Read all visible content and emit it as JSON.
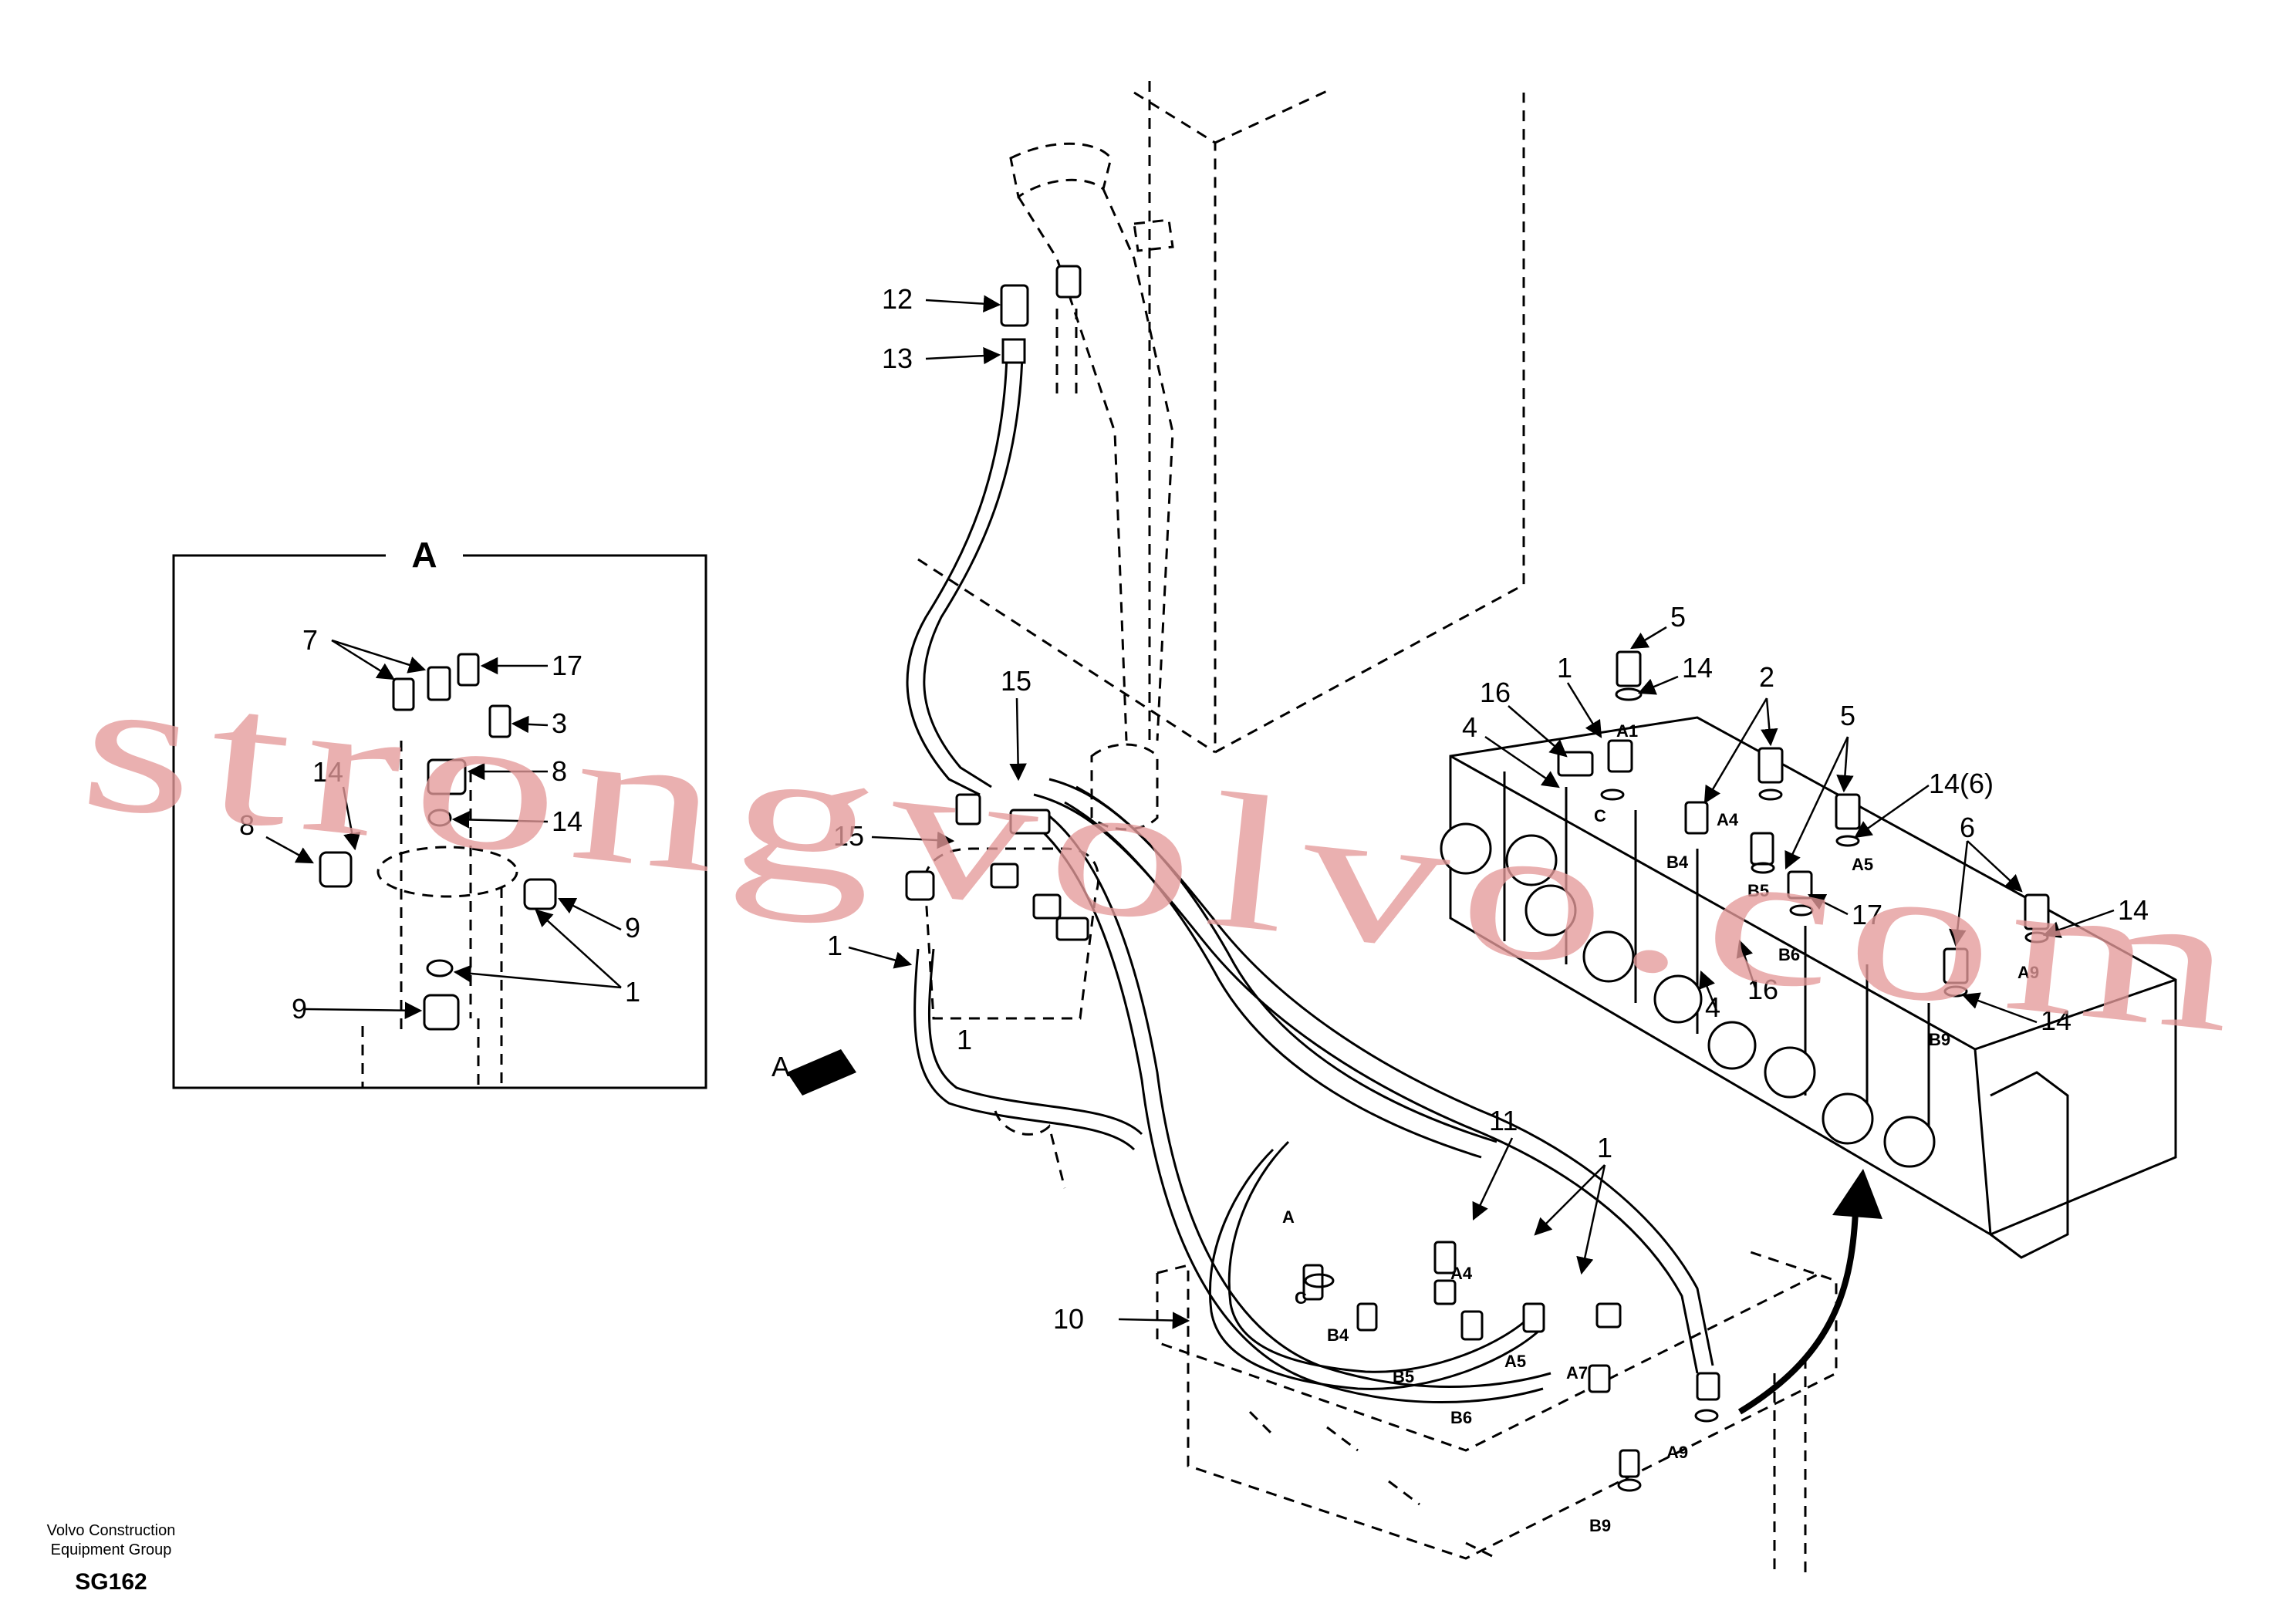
{
  "detail_box": {
    "title": "A",
    "labels": [
      "7",
      "17",
      "3",
      "8",
      "14",
      "14",
      "8",
      "9",
      "9",
      "1"
    ]
  },
  "main_labels": [
    "12",
    "13",
    "15",
    "15",
    "1",
    "1",
    "A",
    "10",
    "11",
    "1"
  ],
  "valve_labels": [
    "5",
    "14",
    "1",
    "16",
    "4",
    "2",
    "5",
    "14(6)",
    "6",
    "14",
    "17",
    "16",
    "4",
    "14"
  ],
  "port_labels": {
    "upper_valve": [
      "A1",
      "C",
      "A4",
      "B4",
      "B5",
      "A5",
      "B6",
      "A9",
      "B9"
    ],
    "lower_valve": [
      "A",
      "C",
      "A4",
      "B4",
      "B5",
      "A5",
      "B6",
      "A7",
      "A9",
      "B9"
    ]
  },
  "watermark": "strongvolvo.com",
  "footer": {
    "company_line1": "Volvo Construction",
    "company_line2": "Equipment Group",
    "code": "SG162"
  }
}
